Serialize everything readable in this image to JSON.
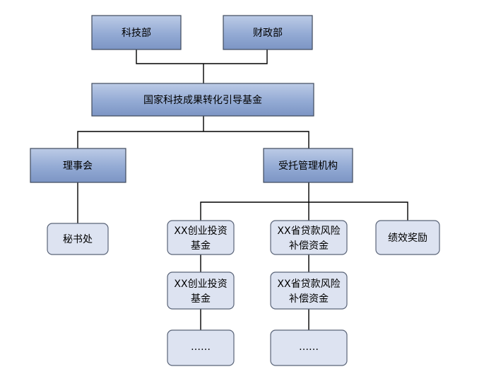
{
  "diagram": {
    "nodes": {
      "keji_bu": "科技部",
      "caizheng_bu": "财政部",
      "guide_fund": "国家科技成果转化引导基金",
      "council": "理事会",
      "trustee": "受托管理机构",
      "secretariat": "秘书处",
      "vc_fund_1": [
        "XX创业投资",
        "基金"
      ],
      "vc_fund_2": [
        "XX创业投资",
        "基金"
      ],
      "vc_fund_3": "……",
      "loan_risk_1": [
        "XX省贷款风险",
        "补偿资金"
      ],
      "loan_risk_2": [
        "XX省贷款风险",
        "补偿资金"
      ],
      "loan_risk_3": "……",
      "performance": "绩效奖励"
    }
  }
}
